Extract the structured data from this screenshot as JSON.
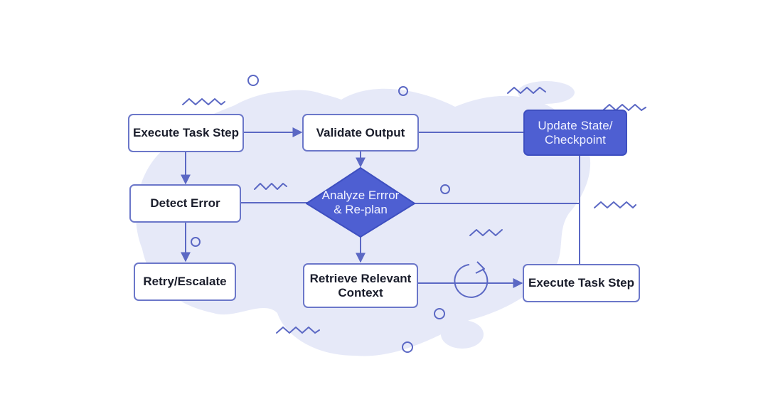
{
  "nodes": {
    "execute_task_step_top": "Execute Task Step",
    "validate_output": "Validate Output",
    "update_state": "Update State/\nCheckpoint",
    "detect_error": "Detect Error",
    "analyze_error": "Analyze Errror\n& Re-plan",
    "retry_escalate": "Retry/Escalate",
    "retrieve_context": "Retrieve Relevant\nContext",
    "execute_task_step_bottom": "Execute Task Step"
  },
  "colors": {
    "accent": "#4e5fd2",
    "line": "#5b68c4",
    "blob": "#e6e9f8",
    "node_border": "#6b77c9"
  }
}
